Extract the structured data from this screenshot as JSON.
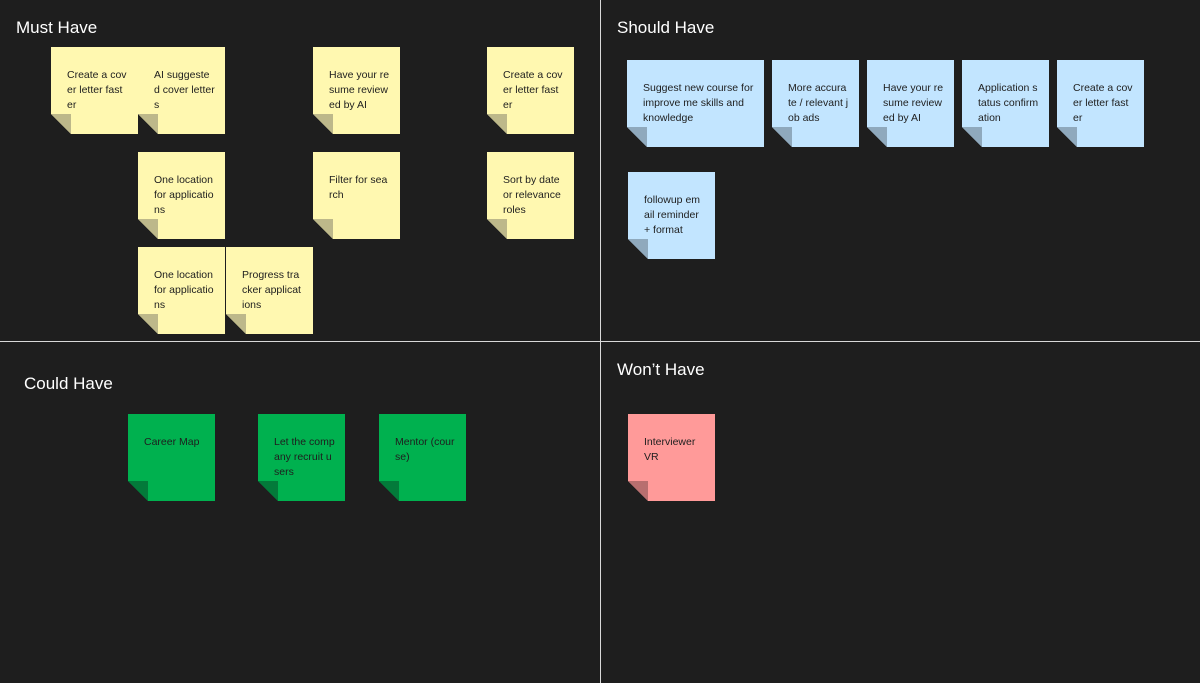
{
  "colors": {
    "background": "#1e1e1e",
    "divider": "#d9d9d9",
    "yellow": "#fff8b0",
    "yellow_fold": "#bdb88a",
    "blue": "#c2e5ff",
    "blue_fold": "#8fa9bd",
    "green": "#00b14f",
    "green_fold": "#037a3a",
    "red": "#ff9a99",
    "red_fold": "#b86f6f"
  },
  "sections": {
    "must_have": {
      "title": "Must Have"
    },
    "should_have": {
      "title": "Should Have"
    },
    "could_have": {
      "title": "Could Have"
    },
    "wont_have": {
      "title": "Won’t Have"
    }
  },
  "notes": {
    "must": [
      "Create a cover letter faster",
      " AI suggested cover letters",
      "Have your resume reviewed by AI",
      "Create a cover letter faster",
      "One location for applications",
      "Filter for search",
      "Sort by date or relevance roles",
      "One location for applications",
      "Progress tracker applications"
    ],
    "should": [
      "Suggest new course for improve me skills and knowledge",
      "More accurate / relevant job ads",
      "Have your resume reviewed by AI",
      "Application status confirmation",
      "Create a cover letter faster",
      "followup email reminder + format"
    ],
    "could": [
      "Career Map",
      "Let the company recruit users",
      "Mentor (course)"
    ],
    "wont": [
      "Interviewer VR"
    ]
  }
}
